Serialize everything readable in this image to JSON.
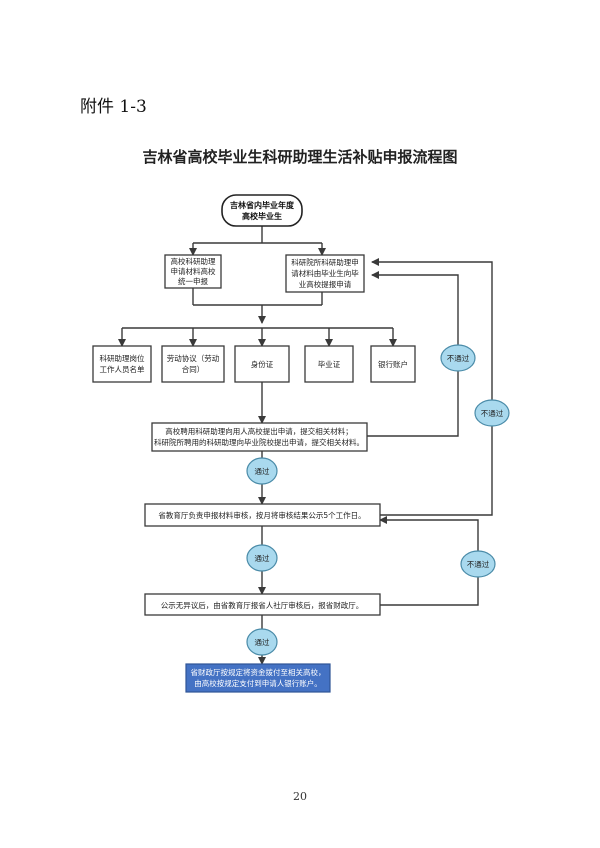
{
  "header": {
    "annex_label": "附件 1-3"
  },
  "title": "吉林省高校毕业生科研助理生活补贴申报流程图",
  "footer": {
    "page_number": "20"
  },
  "flow": {
    "start": [
      "吉林省内毕业年度",
      "高校毕业生"
    ],
    "branch_left": [
      "高校科研助理",
      "申请材料高校",
      "统一申报"
    ],
    "branch_right": [
      "科研院所科研助理申",
      "请材料由毕业生向毕",
      "业高校提报申请"
    ],
    "materials": [
      [
        "科研助理岗位",
        "工作人员名单"
      ],
      [
        "劳动协议（劳动",
        "合同）"
      ],
      [
        "身份证"
      ],
      [
        "毕业证"
      ],
      [
        "银行账户"
      ]
    ],
    "submit": [
      "高校聘用科研助理向用人高校提出申请，提交相关材料；",
      "科研院所聘用的科研助理向毕业院校提出申请，提交相关材料。"
    ],
    "review": "省教育厅负责申报材料审核，按月将审核结果公示5个工作日。",
    "publicize": "公示无异议后，由省教育厅报省人社厅审核后，报省财政厅。",
    "final": [
      "省财政厅按规定将资金拨付至相关高校，",
      "由高校按规定支付到申请人银行账户。"
    ],
    "pass_label": "通过",
    "fail_label": "不通过"
  },
  "colors": {
    "final_fill": "#4472c4",
    "bubble_fill": "#a9d9ee",
    "line": "#3a3a3a"
  }
}
